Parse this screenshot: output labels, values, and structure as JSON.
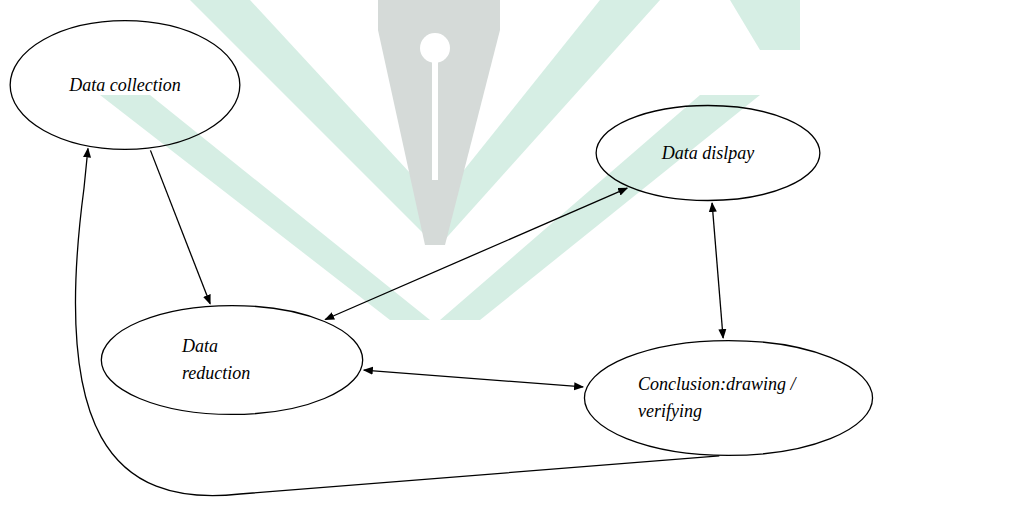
{
  "diagram": {
    "nodes": [
      {
        "text": [
          "Data collection"
        ]
      },
      {
        "text": [
          "Data reduction"
        ]
      },
      {
        "text": [
          "Data dislpay"
        ]
      },
      {
        "text": [
          "Conclusion:drawing / verifying"
        ]
      }
    ],
    "edges": [
      {
        "from": 0,
        "to": 1,
        "arrow": "to"
      },
      {
        "from": 1,
        "to": 2,
        "arrow": "both"
      },
      {
        "from": 2,
        "to": 3,
        "arrow": "both"
      },
      {
        "from": 1,
        "to": 3,
        "arrow": "both"
      },
      {
        "from": 3,
        "to": 0,
        "arrow": "to"
      }
    ]
  }
}
